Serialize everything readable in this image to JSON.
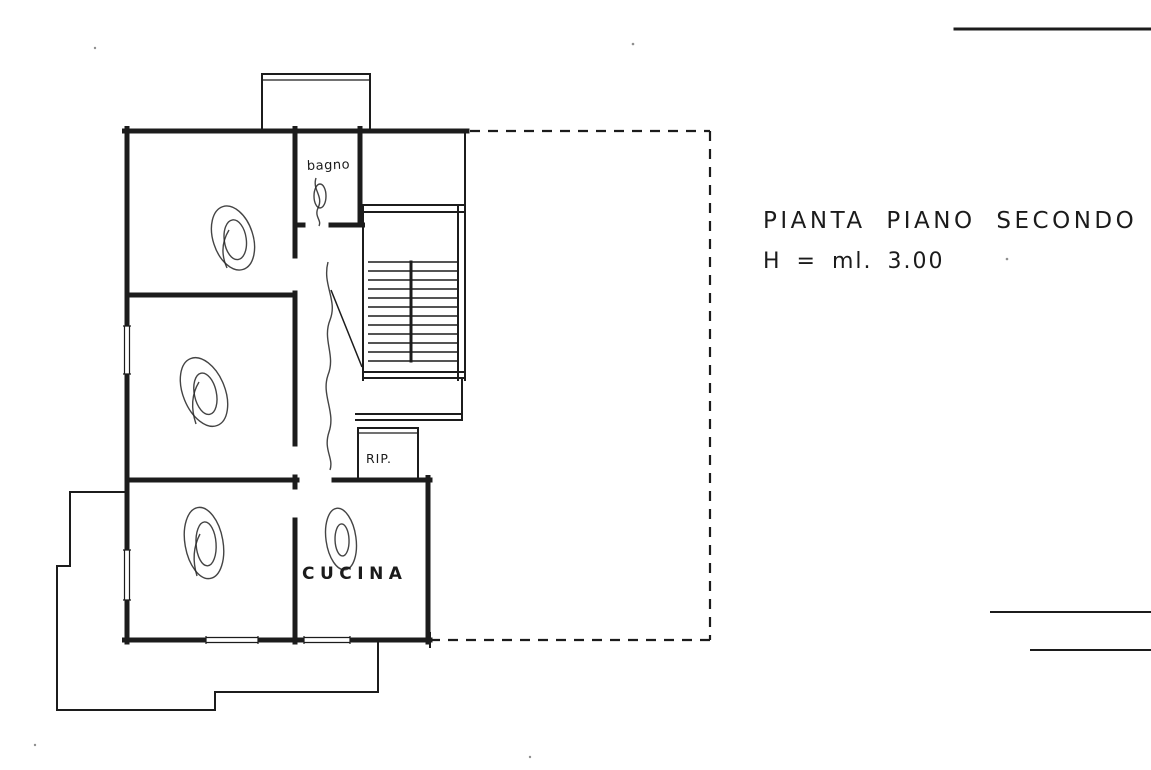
{
  "annotations": {
    "title_line1": "PIANTA PIANO SECONDO",
    "title_line2": "H = ml. 3.00"
  },
  "rooms": {
    "bathroom": "bagno",
    "storage": "RIP.",
    "kitchen": "CUCINA"
  },
  "drawing": {
    "type": "architectural-floor-plan",
    "floor": "second floor",
    "ceiling_height": "3.00 m"
  },
  "colors": {
    "ink": "#1c1c1c",
    "paper": "#ffffff"
  }
}
